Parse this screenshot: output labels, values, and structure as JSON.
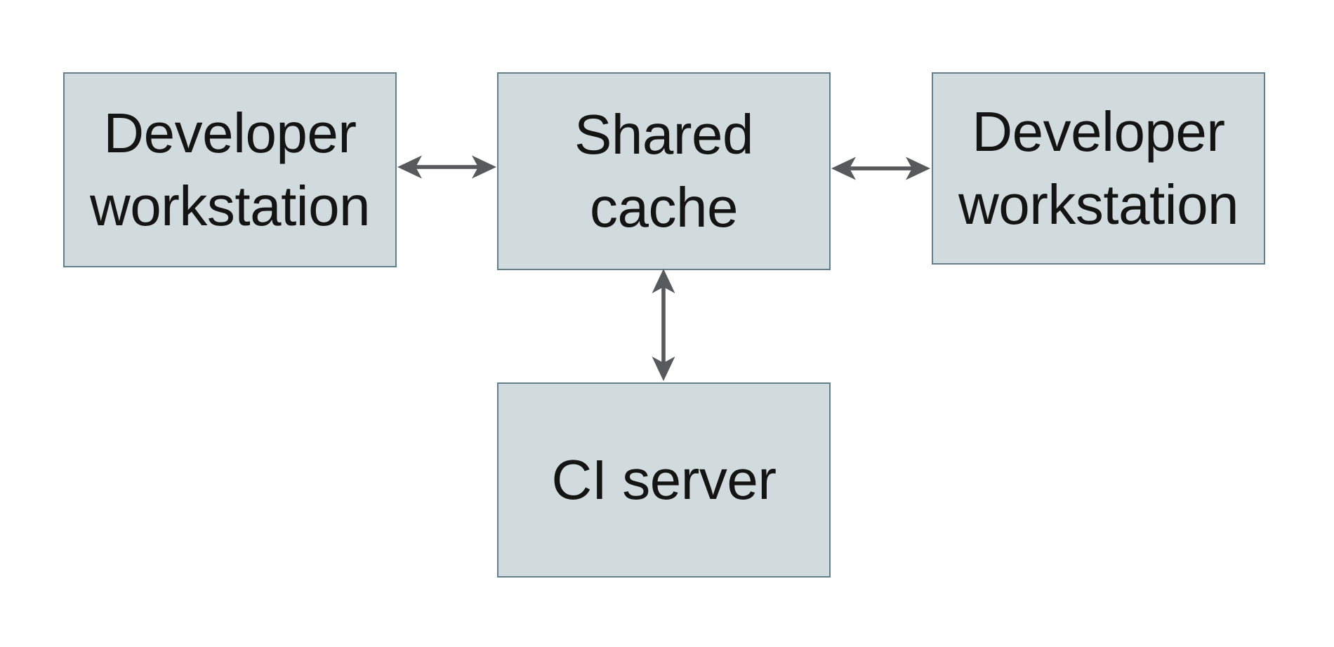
{
  "diagram": {
    "type": "architecture-diagram",
    "nodes": [
      {
        "id": "developer-workstation-left",
        "label": "Developer\nworkstation"
      },
      {
        "id": "shared-cache",
        "label": "Shared\ncache"
      },
      {
        "id": "developer-workstation-right",
        "label": "Developer\nworkstation"
      },
      {
        "id": "ci-server",
        "label": "CI server"
      }
    ],
    "edges": [
      {
        "from": "developer-workstation-left",
        "to": "shared-cache",
        "direction": "bidirectional",
        "orientation": "horizontal"
      },
      {
        "from": "shared-cache",
        "to": "developer-workstation-right",
        "direction": "bidirectional",
        "orientation": "horizontal"
      },
      {
        "from": "shared-cache",
        "to": "ci-server",
        "direction": "bidirectional",
        "orientation": "vertical"
      }
    ],
    "colors": {
      "background": "#ffffff",
      "node_fill": "#d1dadd",
      "node_border": "#647f8c",
      "arrow": "#57595b",
      "text": "#141414"
    }
  }
}
